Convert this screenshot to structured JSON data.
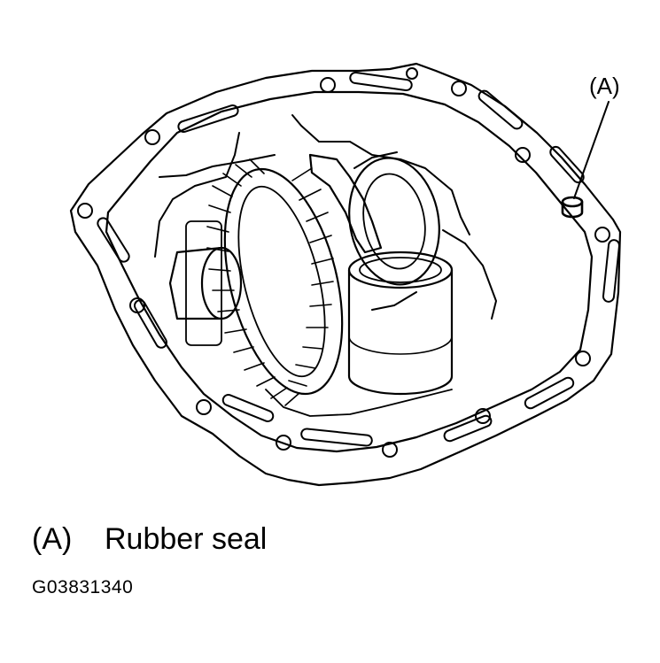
{
  "callout": {
    "label": "(A)"
  },
  "legend": {
    "key": "(A)",
    "text": "Rubber seal"
  },
  "figure_code": "G03831340",
  "colors": {
    "ink": "#000000",
    "paper": "#ffffff"
  }
}
